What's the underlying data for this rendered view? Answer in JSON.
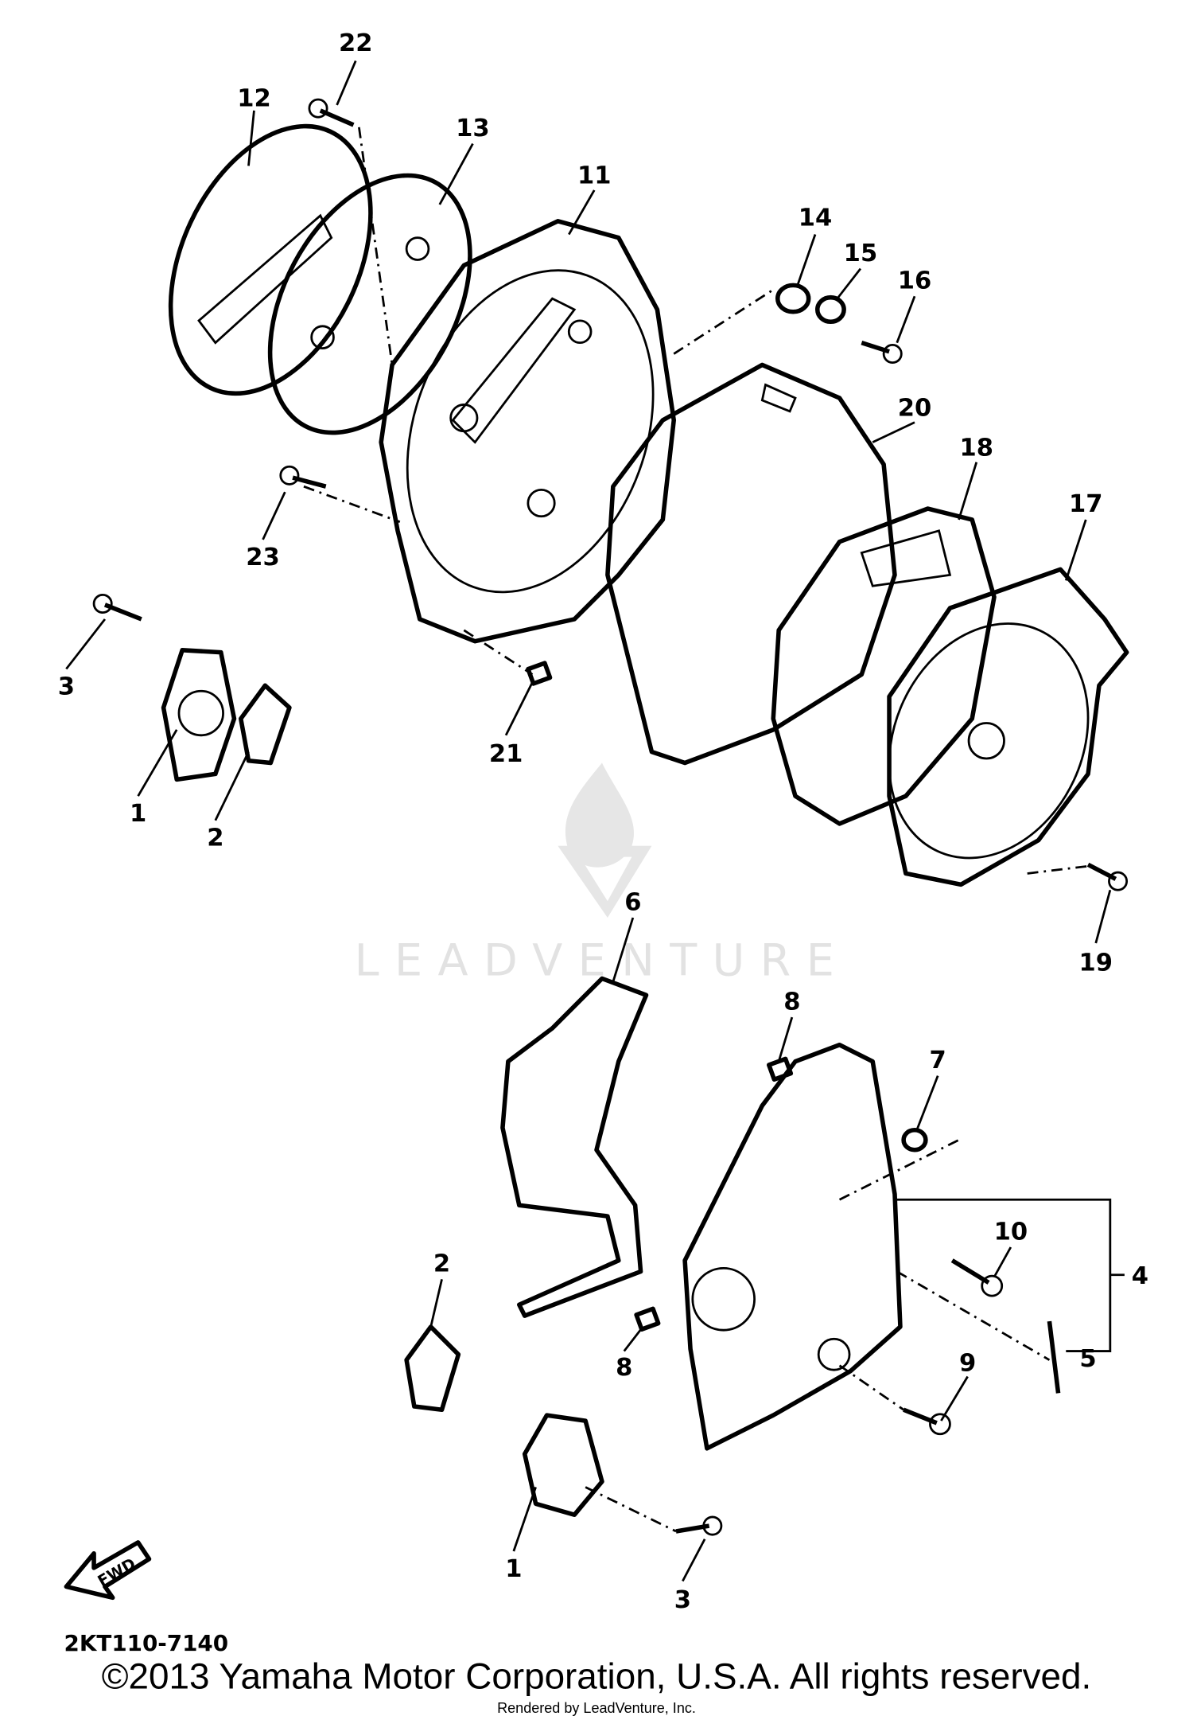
{
  "diagram": {
    "callouts": [
      "22",
      "12",
      "13",
      "11",
      "14",
      "15",
      "16",
      "20",
      "18",
      "17",
      "23",
      "3",
      "21",
      "1",
      "2",
      "19",
      "6",
      "8",
      "7",
      "10",
      "4",
      "2",
      "8",
      "5",
      "9",
      "1",
      "3"
    ],
    "direction_label": "FWD",
    "diagram_code": "2KT110-7140",
    "copyright": "©2013 Yamaha Motor Corporation, U.S.A. All rights reserved.",
    "rendered_by": "Rendered by LeadVenture, Inc.",
    "watermark": "LEADVENTURE"
  },
  "colors": {
    "line": "#000000",
    "watermark": "#e4e4e4",
    "background": "#ffffff"
  }
}
